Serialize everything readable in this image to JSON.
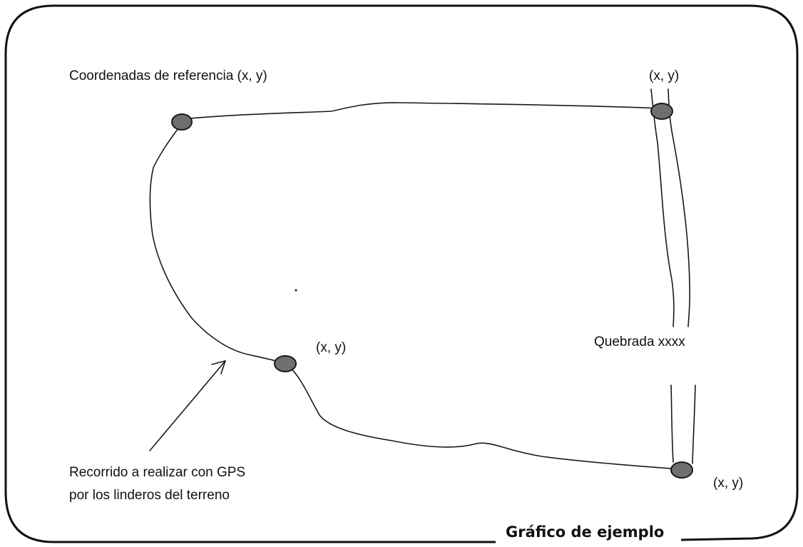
{
  "diagram": {
    "labels": {
      "reference_coords": "Coordenadas de referencia (x, y)",
      "point_top_right": "(x, y)",
      "point_middle": "(x, y)",
      "point_bottom_right": "(x, y)",
      "stream": "Quebrada xxxx",
      "route_line1": "Recorrido a realizar con GPS",
      "route_line2": "por los linderos del terreno"
    },
    "caption": "Gráfico de ejemplo",
    "colors": {
      "ink": "#1a1a1a",
      "marker_fill": "#6f6f6f",
      "background": "#ffffff"
    }
  }
}
